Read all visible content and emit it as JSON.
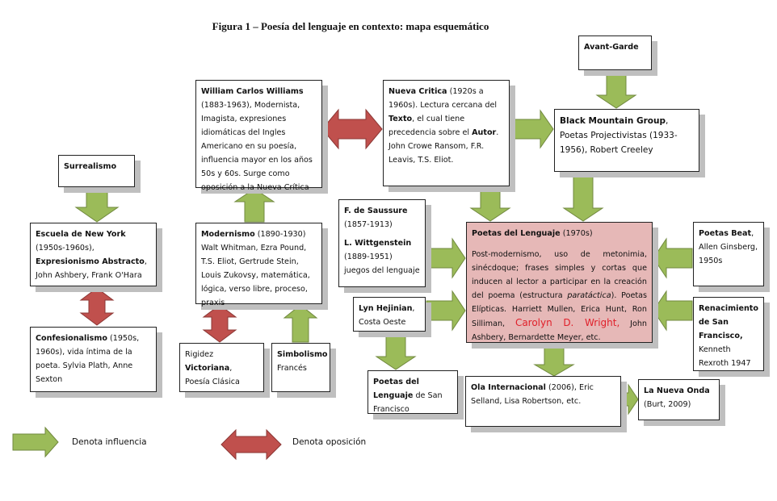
{
  "title": "Figura 1 – Poesía del lenguaje en contexto: mapa esquemático",
  "colors": {
    "influence": "#9bbb59",
    "opposition": "#c0504d",
    "highlight_box": "#e6b8b7",
    "highlight_name": "#e0202a"
  },
  "boxes": {
    "avant": {
      "b": "Avant-Garde"
    },
    "black": {
      "b": "Black Mountain Group",
      "t": ", Poetas Projectivistas (1933-1956), Robert Creeley"
    },
    "wcw": {
      "b": "William Carlos Williams",
      "t": " (1883-1963), Modernista, Imagista, expresiones idiomáticas del Ingles Americano en su poesía, influencia mayor en los años 50s y 60s. Surge como oposición a la Nueva Crítica"
    },
    "nueva": {
      "b": "Nueva Critica",
      "t1": " (1920s a 1960s). Lectura cercana del ",
      "b2": "Texto",
      "t2": ", el cual tiene precedencia sobre el ",
      "b3": "Autor",
      "t3": ". John Crowe Ransom, F.R. Leavis, T.S. Eliot."
    },
    "surr": {
      "b": "Surrealismo"
    },
    "ny": {
      "b": "Escuela de New York",
      "t1": " (1950s-1960s), ",
      "b2": "Expresionismo Abstracto",
      "t2": ", John Ashbery, Frank O'Hara"
    },
    "conf": {
      "b": "Confesionalismo",
      "t": " (1950s, 1960s), vida íntima de la poeta. Sylvia Plath, Anne Sexton"
    },
    "mod": {
      "b": "Modernismo",
      "t": " (1890-1930) Walt Whitman, Ezra Pound, T.S. Eliot, Gertrude Stein, Louis Zukovsy, matemática, lógica, verso libre, proceso, praxis"
    },
    "saus": {
      "b": "F. de Saussure",
      "t": " (1857-1913)",
      "b2": "L. Wittgenstein",
      "t2": " (1889-1951) juegos del lenguaje"
    },
    "lang": {
      "b": "Poetas del Lenguaje",
      "t": " (1970s)",
      "p1": "Post-modernismo, uso de metonimia, sinécdoque; frases simples y cortas que inducen al lector a participar en la creación del poema (estructura ",
      "i": "paratáctica",
      "p2": "). Poetas Elípticas. Harriett Mullen, Erica Hunt, Ron Silliman, ",
      "red": "Carolyn D. Wright,",
      "p3": " John Ashbery, Bernardette Meyer, etc."
    },
    "beat": {
      "b": "Poetas Beat",
      "t": ", Allen Ginsberg, 1950s"
    },
    "ren": {
      "b": "Renacimiento de San Francisco,",
      "t": " Kenneth Rexroth 1947"
    },
    "lyn": {
      "b": "Lyn Hejinian",
      "t": ", Costa Oeste"
    },
    "sf": {
      "b": "Poetas del Lenguaje",
      "t": " de San Francisco"
    },
    "rig": {
      "t1": "Rigidez ",
      "b": "Victoriana",
      "t2": ", Poesía Clásica"
    },
    "simb": {
      "b": "Simbolismo",
      "t": " Francés"
    },
    "ola": {
      "b": "Ola Internacional",
      "t": " (2006), Eric Selland, Lisa Robertson, etc."
    },
    "onda": {
      "b": "La Nueva Onda",
      "t": " (Burt, 2009)"
    }
  },
  "legend": {
    "influence": "Denota influencia",
    "opposition": "Denota oposición"
  }
}
